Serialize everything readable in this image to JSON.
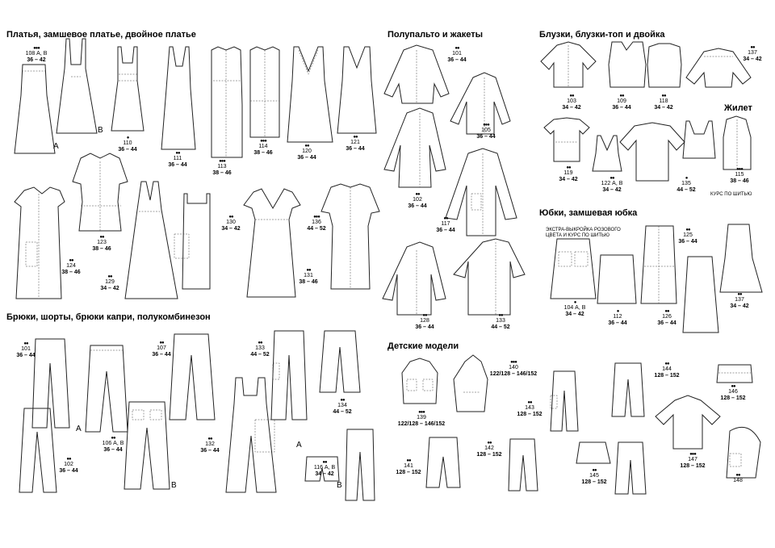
{
  "sections": {
    "dresses": "Платья, замшевое платье, двойное платье",
    "pants": "Брюки, шорты, брюки капри, полукомбинезон",
    "coats": "Полупальто и жакеты",
    "blouses": "Блузки, блузки-топ и двойка",
    "vest": "Жилет",
    "skirts": "Юбки, замшевая юбка",
    "kids": "Детские модели"
  },
  "notes": {
    "course": "КУРС ПО ШИТЬЮ",
    "extra_line1": "ЭКСТРА-ВЫКРОЙКА РОЗОВОГО",
    "extra_line2": "ЦВЕТА И КУРС ПО ШИТЬЮ"
  },
  "letters": {
    "A": "A",
    "B": "B"
  },
  "models": [
    {
      "id": "m108",
      "dots": "●●●",
      "num": "108 А, В",
      "size": "36 – 42"
    },
    {
      "id": "m110",
      "dots": "●",
      "num": "110",
      "size": "36 – 44"
    },
    {
      "id": "m111",
      "dots": "●●",
      "num": "111",
      "size": "36 – 44"
    },
    {
      "id": "m113",
      "dots": "●●●",
      "num": "113",
      "size": "38 – 46"
    },
    {
      "id": "m114",
      "dots": "●●●",
      "num": "114",
      "size": "38 – 46"
    },
    {
      "id": "m120",
      "dots": "●●",
      "num": "120",
      "size": "36 – 44"
    },
    {
      "id": "m121",
      "dots": "●●",
      "num": "121",
      "size": "36 – 44"
    },
    {
      "id": "m123",
      "dots": "●●",
      "num": "123",
      "size": "38 – 46"
    },
    {
      "id": "m124",
      "dots": "●●",
      "num": "124",
      "size": "38 – 46"
    },
    {
      "id": "m129",
      "dots": "●●",
      "num": "129",
      "size": "34 – 42"
    },
    {
      "id": "m130",
      "dots": "●●",
      "num": "130",
      "size": "34 – 42"
    },
    {
      "id": "m131",
      "dots": "●●",
      "num": "131",
      "size": "38 – 46"
    },
    {
      "id": "m136",
      "dots": "●●●",
      "num": "136",
      "size": "44 – 52"
    },
    {
      "id": "m101p",
      "dots": "●●",
      "num": "101",
      "size": "36 – 44"
    },
    {
      "id": "m102p",
      "dots": "●●",
      "num": "102",
      "size": "36 – 44"
    },
    {
      "id": "m106",
      "dots": "●●",
      "num": "106 А, В",
      "size": "36 – 44"
    },
    {
      "id": "m107",
      "dots": "●●",
      "num": "107",
      "size": "36 – 44"
    },
    {
      "id": "m132",
      "dots": "●●",
      "num": "132",
      "size": "36 – 44"
    },
    {
      "id": "m133p",
      "dots": "●●",
      "num": "133",
      "size": "44 – 52"
    },
    {
      "id": "m134",
      "dots": "●●",
      "num": "134",
      "size": "44 – 52"
    },
    {
      "id": "m116",
      "dots": "●●",
      "num": "116 А, В",
      "size": "34 – 42"
    },
    {
      "id": "m101c",
      "dots": "●●",
      "num": "101",
      "size": "36 – 44"
    },
    {
      "id": "m105",
      "dots": "●●●",
      "num": "105",
      "size": "36 – 44"
    },
    {
      "id": "m102c",
      "dots": "●●",
      "num": "102",
      "size": "36 – 44"
    },
    {
      "id": "m117",
      "dots": "●●",
      "num": "117",
      "size": "36 – 44"
    },
    {
      "id": "m128",
      "dots": "●●",
      "num": "128",
      "size": "36 – 44"
    },
    {
      "id": "m133c",
      "dots": "●●",
      "num": "133",
      "size": "44 – 52"
    },
    {
      "id": "m103",
      "dots": "●●",
      "num": "103",
      "size": "34 – 42"
    },
    {
      "id": "m109",
      "dots": "●●",
      "num": "109",
      "size": "36 – 44"
    },
    {
      "id": "m118",
      "dots": "●●",
      "num": "118",
      "size": "34 – 42"
    },
    {
      "id": "m137b",
      "dots": "●●",
      "num": "137",
      "size": "34 – 42"
    },
    {
      "id": "m119",
      "dots": "●●",
      "num": "119",
      "size": "34 – 42"
    },
    {
      "id": "m122",
      "dots": "●●",
      "num": "122 А, В",
      "size": "34 – 42"
    },
    {
      "id": "m135",
      "dots": "●",
      "num": "135",
      "size": "44 – 52"
    },
    {
      "id": "m115",
      "dots": "●●●",
      "num": "115",
      "size": "38 – 46"
    },
    {
      "id": "m104",
      "dots": "●",
      "num": "104 А, В",
      "size": "34 – 42"
    },
    {
      "id": "m112",
      "dots": "●",
      "num": "112",
      "size": "36 – 44"
    },
    {
      "id": "m126",
      "dots": "●●",
      "num": "126",
      "size": "36 – 44"
    },
    {
      "id": "m125",
      "dots": "●●",
      "num": "125",
      "size": "36 – 44"
    },
    {
      "id": "m137s",
      "dots": "●●",
      "num": "137",
      "size": "34 – 42"
    },
    {
      "id": "m139",
      "dots": "●●●",
      "num": "139",
      "size": "122/128 – 146/152"
    },
    {
      "id": "m140",
      "dots": "●●●",
      "num": "140",
      "size": "122/128 – 146/152"
    },
    {
      "id": "m143",
      "dots": "●●",
      "num": "143",
      "size": "128 – 152"
    },
    {
      "id": "m141",
      "dots": "●●",
      "num": "141",
      "size": "128 – 152"
    },
    {
      "id": "m142",
      "dots": "●●",
      "num": "142",
      "size": "128 – 152"
    },
    {
      "id": "m145",
      "dots": "●●",
      "num": "145",
      "size": "128 – 152"
    },
    {
      "id": "m144",
      "dots": "●●",
      "num": "144",
      "size": "128 – 152"
    },
    {
      "id": "m146",
      "dots": "●●",
      "num": "146",
      "size": "128 – 152"
    },
    {
      "id": "m147",
      "dots": "●●●",
      "num": "147",
      "size": "128 – 152"
    },
    {
      "id": "m148",
      "dots": "●●",
      "num": "148",
      "size": ""
    }
  ]
}
